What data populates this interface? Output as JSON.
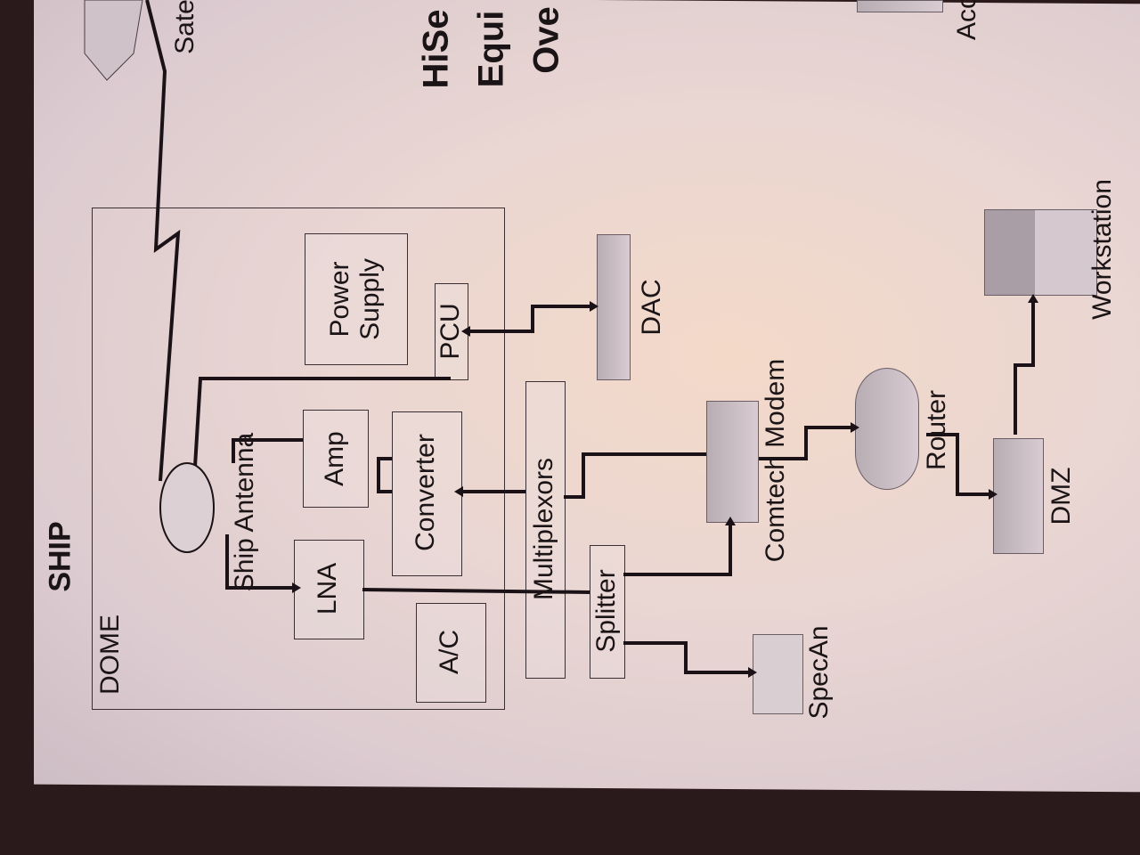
{
  "title_lines": [
    "HiSe",
    "Equi",
    "Ove"
  ],
  "labels": {
    "satellite": "Sate",
    "access": "Acc",
    "ship": "SHIP",
    "dome": "DOME",
    "power_supply": "Power Supply",
    "pcu": "PCU",
    "dac": "DAC",
    "amp": "Amp",
    "converter": "Converter",
    "ship_antenna": "Ship Antenna",
    "lna": "LNA",
    "ac": "A/C",
    "multiplexors": "Multiplexors",
    "splitter": "Splitter",
    "specan": "SpecAn",
    "comtech_modem": "Comtech Modem",
    "router": "Router",
    "dmz": "DMZ",
    "workstation": "Workstation"
  },
  "colors": {
    "line": "#1a1216",
    "paper": "#ead6d2",
    "background": "#2a1a1c"
  }
}
